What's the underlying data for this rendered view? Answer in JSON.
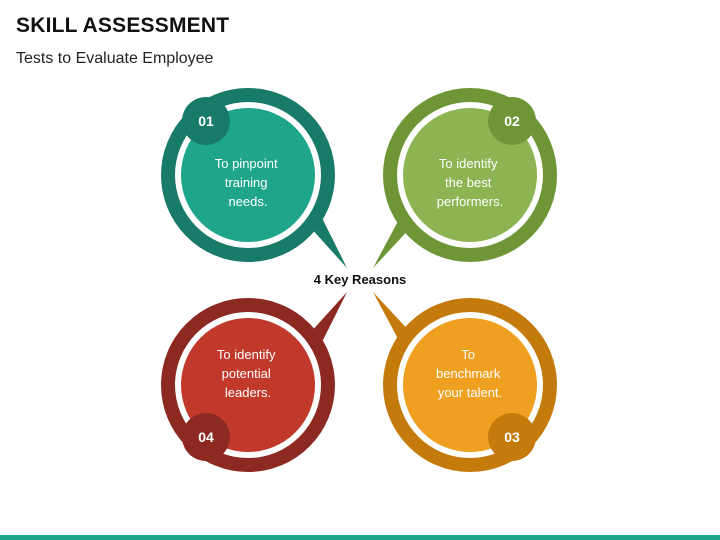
{
  "header": {
    "title": "SKILL ASSESSMENT",
    "subtitle": "Tests to Evaluate Employee"
  },
  "center_label": "4 Key Reasons",
  "reasons": [
    {
      "number": "01",
      "lines": [
        "To pinpoint",
        "training",
        "needs."
      ],
      "ring_color": "#187a68",
      "fill_color": "#1ea58a"
    },
    {
      "number": "02",
      "lines": [
        "To identify",
        "the best",
        "performers."
      ],
      "ring_color": "#6f9636",
      "fill_color": "#8db452"
    },
    {
      "number": "03",
      "lines": [
        "To",
        "benchmark",
        "your talent."
      ],
      "ring_color": "#c57b0c",
      "fill_color": "#f0a020"
    },
    {
      "number": "04",
      "lines": [
        "To identify",
        "potential",
        "leaders."
      ],
      "ring_color": "#8c2a22",
      "fill_color": "#c0392b"
    }
  ],
  "colors": {
    "footer_bar": "#1fa58a"
  }
}
